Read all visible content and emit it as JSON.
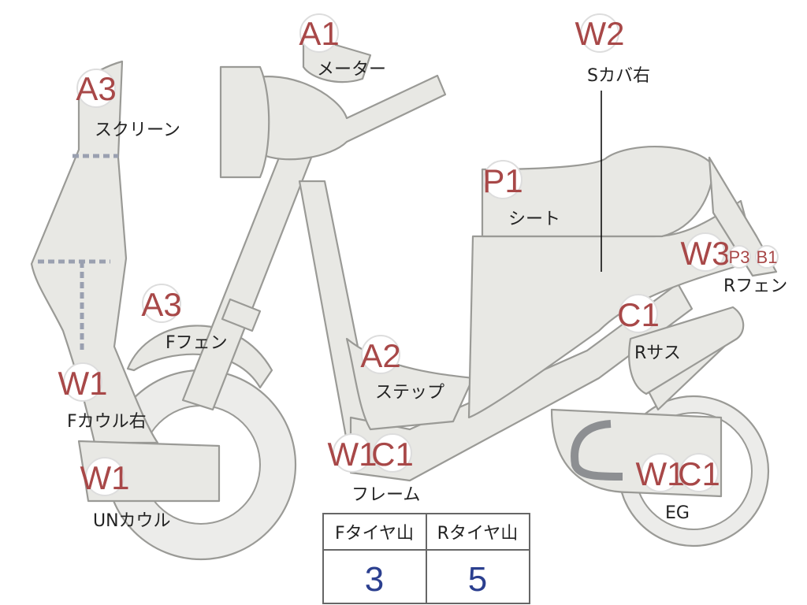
{
  "callouts": {
    "meter": {
      "code": "A1",
      "label": "メーター"
    },
    "screen": {
      "code": "A3",
      "label": "スクリーン"
    },
    "ffender": {
      "code": "A3",
      "label": "Fフェン"
    },
    "step": {
      "code": "A2",
      "label": "ステップ"
    },
    "seat": {
      "code": "P1",
      "label": "シート"
    },
    "scover": {
      "code": "W2",
      "label": "Sカバ右"
    },
    "rfender": {
      "codes": [
        "W3",
        "P3",
        "B1"
      ],
      "label": "Rフェン"
    },
    "rsus": {
      "code": "C1",
      "label": "Rサス"
    },
    "fcowl": {
      "code": "W1",
      "label": "Fカウル右"
    },
    "uncowl": {
      "code": "W1",
      "label": "UNカウル"
    },
    "frame": {
      "codes": [
        "W1",
        "C1"
      ],
      "label": "フレーム"
    },
    "eg": {
      "codes": [
        "W1",
        "C1"
      ],
      "label": "EG"
    }
  },
  "tire_table": {
    "headers": [
      "Fタイヤ山",
      "Rタイヤ山"
    ],
    "values": [
      "3",
      "5"
    ]
  },
  "colors": {
    "code_text": "#a84848",
    "value_text": "#2b3f8f",
    "body_fill": "#e8e8e4"
  }
}
